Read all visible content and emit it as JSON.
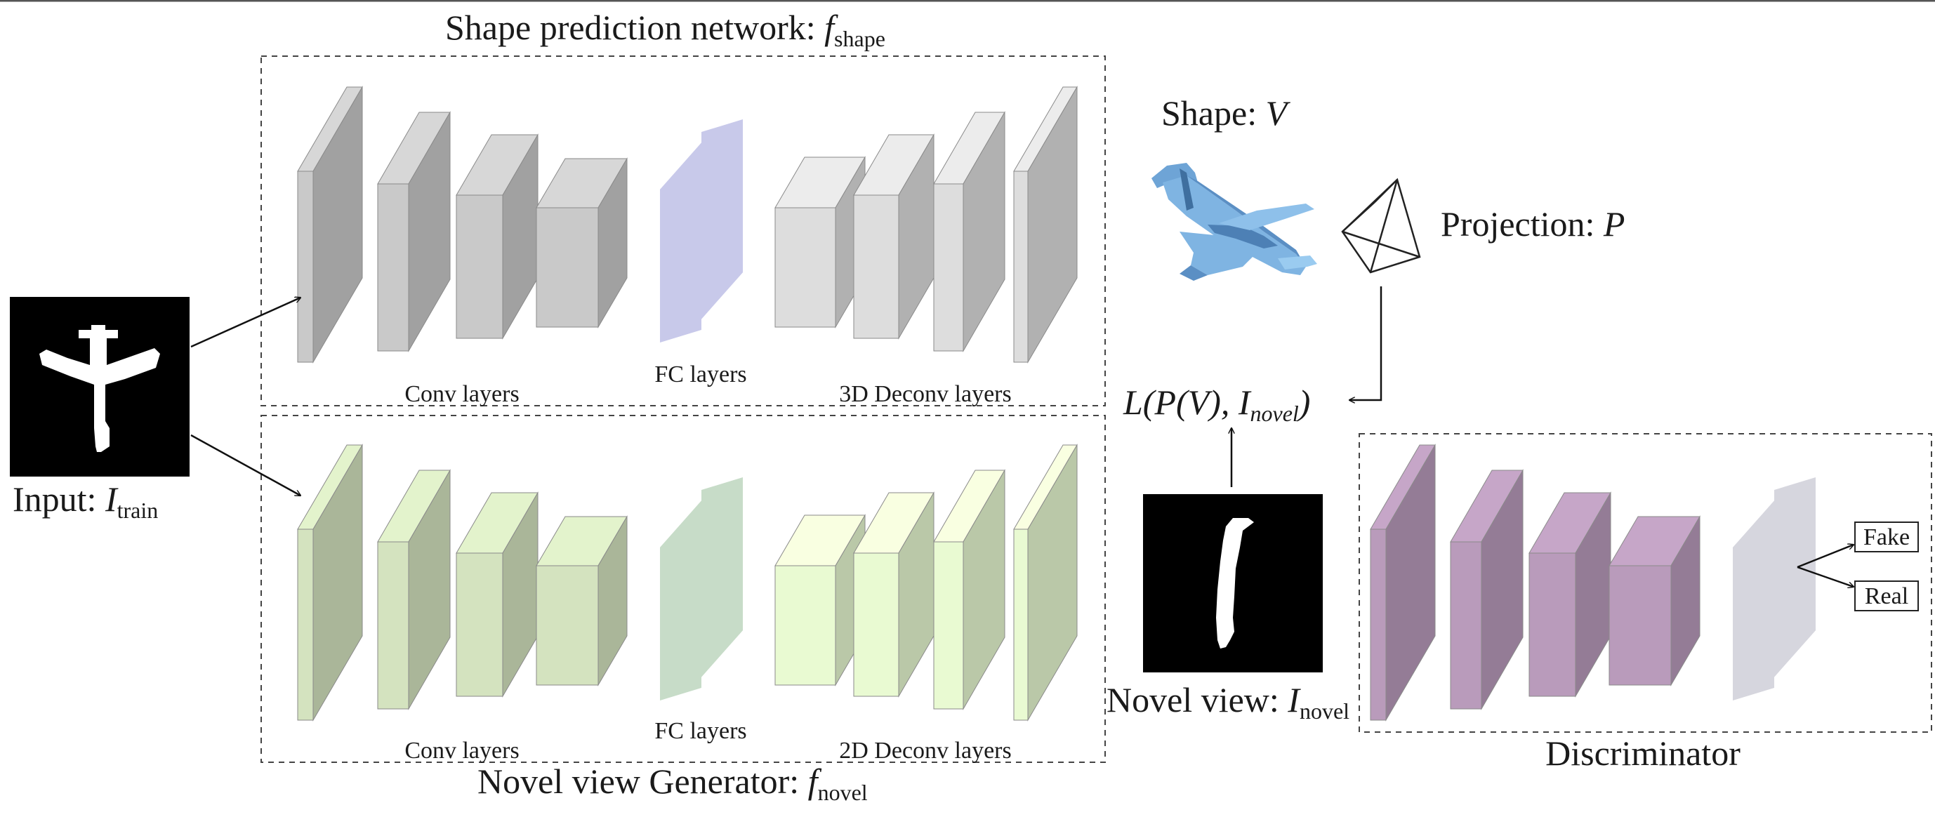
{
  "colors": {
    "shape_net": "#c9c9c9",
    "novel_gen": "#d4e3bf",
    "discriminator": "#b99bbb",
    "fc_shape": "#c8c9ea",
    "fc_novel": "#c7dcc8",
    "fc_disc": "#d6d6de",
    "voxel": "#7aaedc",
    "line": "#111111"
  },
  "labels": {
    "shape_network_title": "Shape prediction network:",
    "shape_network_symbol": "f",
    "shape_network_subscript": "shape",
    "novel_generator_title": "Novel view Generator:",
    "novel_generator_symbol": "f",
    "novel_generator_subscript": "novel",
    "input": "Input:",
    "input_symbol": "I",
    "input_subscript": "train",
    "shape": "Shape:",
    "shape_symbol": "V",
    "projection": "Projection:",
    "projection_symbol": "P",
    "loss_prefix": "L(P(V), I",
    "loss_subscript": "novel",
    "loss_suffix": ")",
    "novel_view": "Novel view:",
    "novel_view_symbol": "I",
    "novel_view_subscript": "novel",
    "discriminator": "Discriminator",
    "fake": "Fake",
    "real": "Real"
  },
  "shape_network_layers": {
    "conv": "Conv layers",
    "fc": "FC layers",
    "deconv": "3D Deconv layers"
  },
  "novel_generator_layers": {
    "conv": "Conv layers",
    "fc": "FC layers",
    "deconv": "2D Deconv layers"
  }
}
